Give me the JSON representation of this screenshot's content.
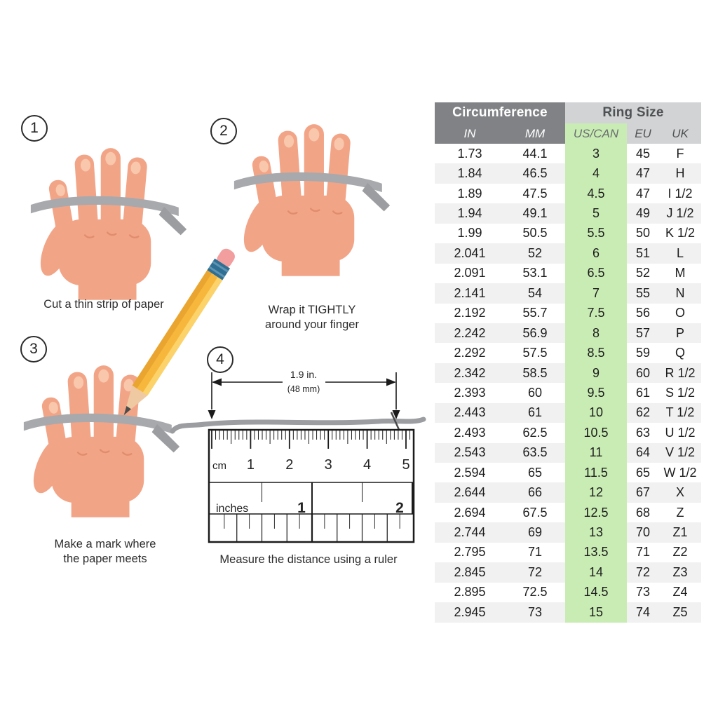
{
  "steps": [
    {
      "num": "1",
      "caption": "Cut a thin strip of paper"
    },
    {
      "num": "2",
      "caption": "Wrap it TIGHTLY around your finger"
    },
    {
      "num": "3",
      "caption": "Make a mark where the paper meets"
    },
    {
      "num": "4",
      "caption": "Measure the distance using a ruler"
    }
  ],
  "ruler": {
    "measure_label": "1.9 in.",
    "measure_sub": "(48 mm)",
    "cm_label": "cm",
    "inches_label": "inches",
    "cm_numbers": [
      "1",
      "2",
      "3",
      "4",
      "5"
    ],
    "inch_numbers": [
      "1",
      "2"
    ]
  },
  "table": {
    "group_headers": [
      {
        "label": "Circumference",
        "span": 2
      },
      {
        "label": "Ring Size",
        "span": 3
      }
    ],
    "columns": [
      "IN",
      "MM",
      "US/CAN",
      "EU",
      "UK"
    ],
    "rows": [
      [
        "1.73",
        "44.1",
        "3",
        "45",
        "F"
      ],
      [
        "1.84",
        "46.5",
        "4",
        "47",
        "H"
      ],
      [
        "1.89",
        "47.5",
        "4.5",
        "47",
        "I 1/2"
      ],
      [
        "1.94",
        "49.1",
        "5",
        "49",
        "J 1/2"
      ],
      [
        "1.99",
        "50.5",
        "5.5",
        "50",
        "K 1/2"
      ],
      [
        "2.041",
        "52",
        "6",
        "51",
        "L"
      ],
      [
        "2.091",
        "53.1",
        "6.5",
        "52",
        "M"
      ],
      [
        "2.141",
        "54",
        "7",
        "55",
        "N"
      ],
      [
        "2.192",
        "55.7",
        "7.5",
        "56",
        "O"
      ],
      [
        "2.242",
        "56.9",
        "8",
        "57",
        "P"
      ],
      [
        "2.292",
        "57.5",
        "8.5",
        "59",
        "Q"
      ],
      [
        "2.342",
        "58.5",
        "9",
        "60",
        "R 1/2"
      ],
      [
        "2.393",
        "60",
        "9.5",
        "61",
        "S 1/2"
      ],
      [
        "2.443",
        "61",
        "10",
        "62",
        "T 1/2"
      ],
      [
        "2.493",
        "62.5",
        "10.5",
        "63",
        "U 1/2"
      ],
      [
        "2.543",
        "63.5",
        "11",
        "64",
        "V 1/2"
      ],
      [
        "2.594",
        "65",
        "11.5",
        "65",
        "W 1/2"
      ],
      [
        "2.644",
        "66",
        "12",
        "67",
        "X"
      ],
      [
        "2.694",
        "67.5",
        "12.5",
        "68",
        "Z"
      ],
      [
        "2.744",
        "69",
        "13",
        "70",
        "Z1"
      ],
      [
        "2.795",
        "71",
        "13.5",
        "71",
        "Z2"
      ],
      [
        "2.845",
        "72",
        "14",
        "72",
        "Z3"
      ],
      [
        "2.895",
        "72.5",
        "14.5",
        "73",
        "Z4"
      ],
      [
        "2.945",
        "73",
        "15",
        "74",
        "Z5"
      ]
    ]
  },
  "colors": {
    "header_dark": "#808285",
    "header_light": "#D2D3D5",
    "uscan_green": "#C9ECB4",
    "alt_row": "#F1F1F2",
    "paper_strip": "#A7A9AC",
    "skin": "#F2A487",
    "pencil_yellow": "#F6B73C"
  }
}
